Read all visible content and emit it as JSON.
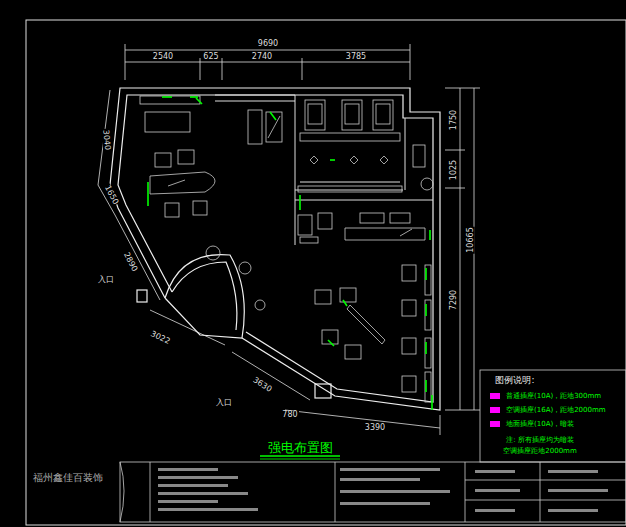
{
  "diagram": {
    "title": "强电布置图",
    "labels": [
      "9690",
      "2540",
      "625",
      "2740",
      "3785",
      "1750",
      "1025",
      "10665",
      "7290",
      "3040",
      "1650",
      "2890",
      "入口",
      "3022",
      "入口",
      "3630",
      "780",
      "3390",
      "图例说明:",
      "注: 所有插座均为暗装",
      "空调插座距地2000mm",
      "福州鑫佳百装饰"
    ],
    "legend": [
      {
        "text": "普通插座(10A)，距地300mm",
        "color": "#ff00ff"
      },
      {
        "text": "空调插座(16A)，距地2000mm",
        "color": "#ff00ff"
      },
      {
        "text": "地面插座(10A)，暗装",
        "color": "#ff00ff"
      }
    ]
  }
}
